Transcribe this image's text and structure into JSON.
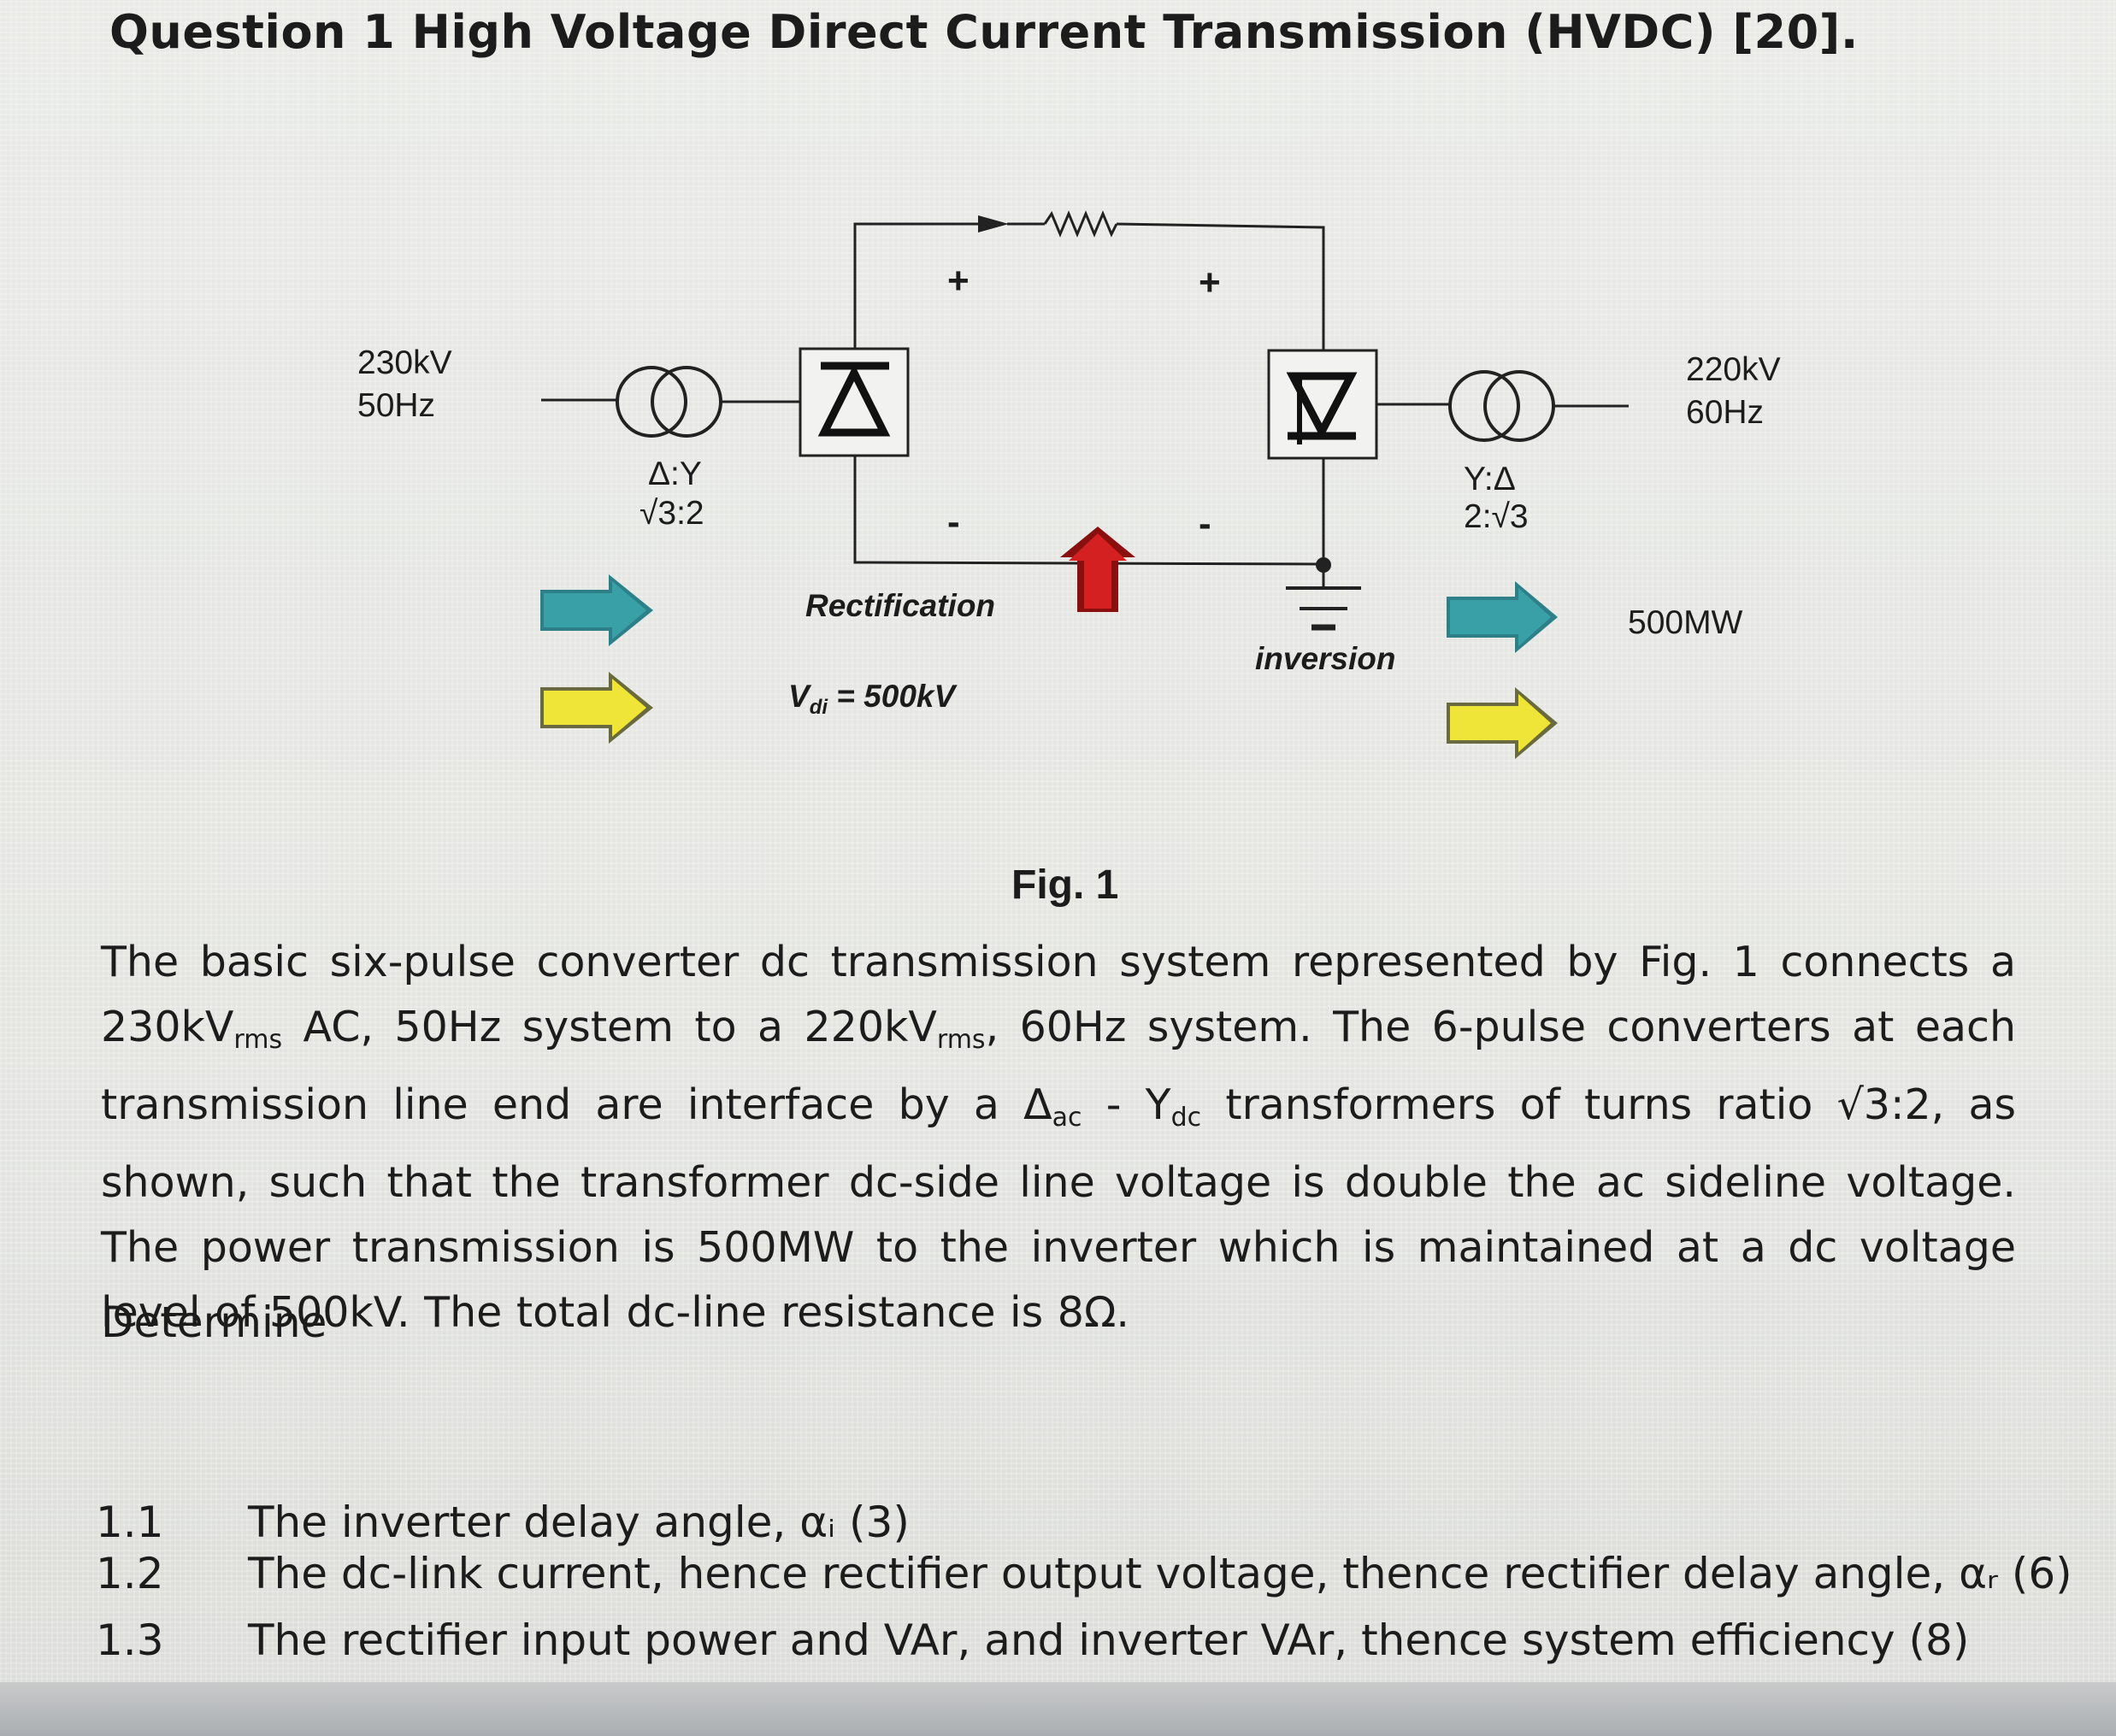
{
  "heading": "Question 1 High Voltage Direct Current Transmission (HVDC) [20].",
  "figure": {
    "left_voltage": "230kV",
    "left_freq": "50Hz",
    "left_transformer_type": "Δ:Y",
    "left_transformer_ratio": "√3:2",
    "right_voltage": "220kV",
    "right_freq": "60Hz",
    "right_transformer_type": "Y:Δ",
    "right_transformer_ratio": "2:√3",
    "plus_sign": "+",
    "minus_sign": "-",
    "rectification_label": "Rectification",
    "vdi_symbol": "V",
    "vdi_subscript": "di",
    "vdi_value": " = 500kV",
    "inversion_label": "inversion",
    "power_label": "500MW",
    "caption": "Fig. 1",
    "colors": {
      "teal_arrow": "#3aa0a8",
      "yellow_arrow": "#efe539",
      "red_arrow": "#d42020"
    }
  },
  "paragraph": {
    "p1": "The basic six-pulse converter dc transmission system represented by Fig. 1 connects a 230kV",
    "rms1": "rms",
    "p2": " AC, 50Hz system to a 220kV",
    "rms2": "rms",
    "p3": ", 60Hz system. The 6-pulse converters at each transmission line end are interface by a Δ",
    "ac": "ac",
    "p4": " - Y",
    "dc": "dc",
    "p5": " transformers of turns ratio √3:2, as shown, such that the transformer dc-side line voltage is double the ac sideline voltage. The power transmission is 500MW to the inverter which is maintained at a dc voltage level of 500kV. The total dc-line resistance is 8Ω."
  },
  "determine": "Determine",
  "questions": [
    {
      "num": "1.1",
      "text": "The inverter delay angle, αᵢ  (3)"
    },
    {
      "num": "1.2",
      "text": "The dc-link current, hence rectifier output voltage, thence rectifier delay angle, αᵣ (6)"
    },
    {
      "num": "1.3",
      "text": "The rectifier input power and VAr, and inverter VAr, thence system efficiency (8)"
    }
  ]
}
